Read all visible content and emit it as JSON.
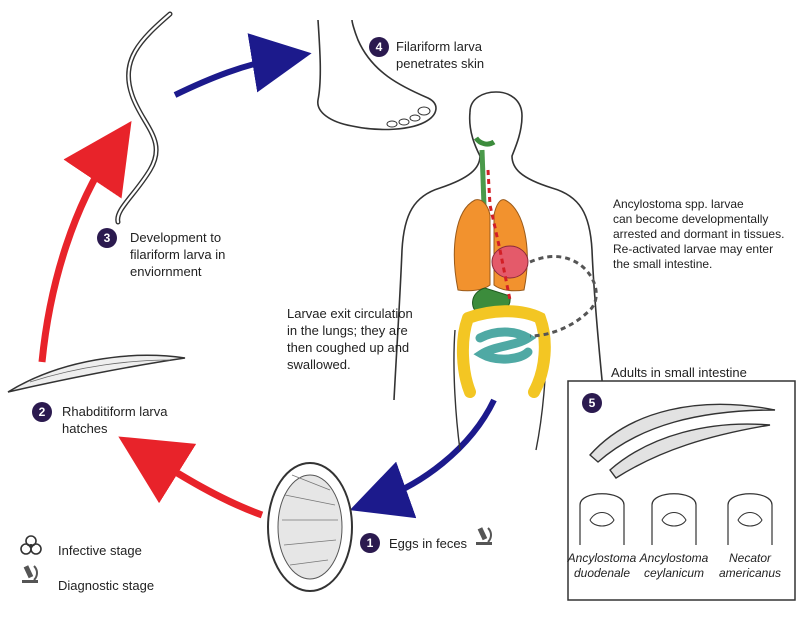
{
  "steps": [
    {
      "num": "1",
      "lines": [
        "Eggs in feces"
      ]
    },
    {
      "num": "2",
      "lines": [
        "Rhabditiform larva",
        "hatches"
      ]
    },
    {
      "num": "3",
      "lines": [
        "Development to",
        "filariform larva in",
        "enviornment"
      ]
    },
    {
      "num": "4",
      "lines": [
        "Filariform larva",
        "penetrates skin"
      ]
    },
    {
      "num": "5",
      "lines": [
        "Adults in small intestine"
      ]
    }
  ],
  "lungs_note": [
    "Larvae exit circulation",
    "in the lungs;  they are",
    "then coughed up and",
    "swallowed."
  ],
  "dormant_note": [
    "Ancylostoma spp. larvae",
    "can become developmentally",
    "arrested and dormant in tissues.",
    "Re-activated larvae may enter",
    "the small intestine."
  ],
  "species": [
    {
      "genus": "Ancylostoma",
      "epithet": "duodenale"
    },
    {
      "genus": "Ancylostoma",
      "epithet": "ceylanicum"
    },
    {
      "genus": "Necator",
      "epithet": "americanus"
    }
  ],
  "legend": {
    "infective": "Infective stage",
    "diagnostic": "Diagnostic stage"
  },
  "colors": {
    "red_arrow": "#e8232a",
    "blue_arrow": "#1c1a8c",
    "badge": "#2b1a4f",
    "lung": "#f2922e",
    "colon": "#f3c623",
    "small_intestine": "#4fa9a4",
    "stomach": "#3c8c3c",
    "heart": "#e45a6a"
  },
  "icons": {
    "infective": "biohazard-icon",
    "diagnostic": "microscope-icon"
  }
}
